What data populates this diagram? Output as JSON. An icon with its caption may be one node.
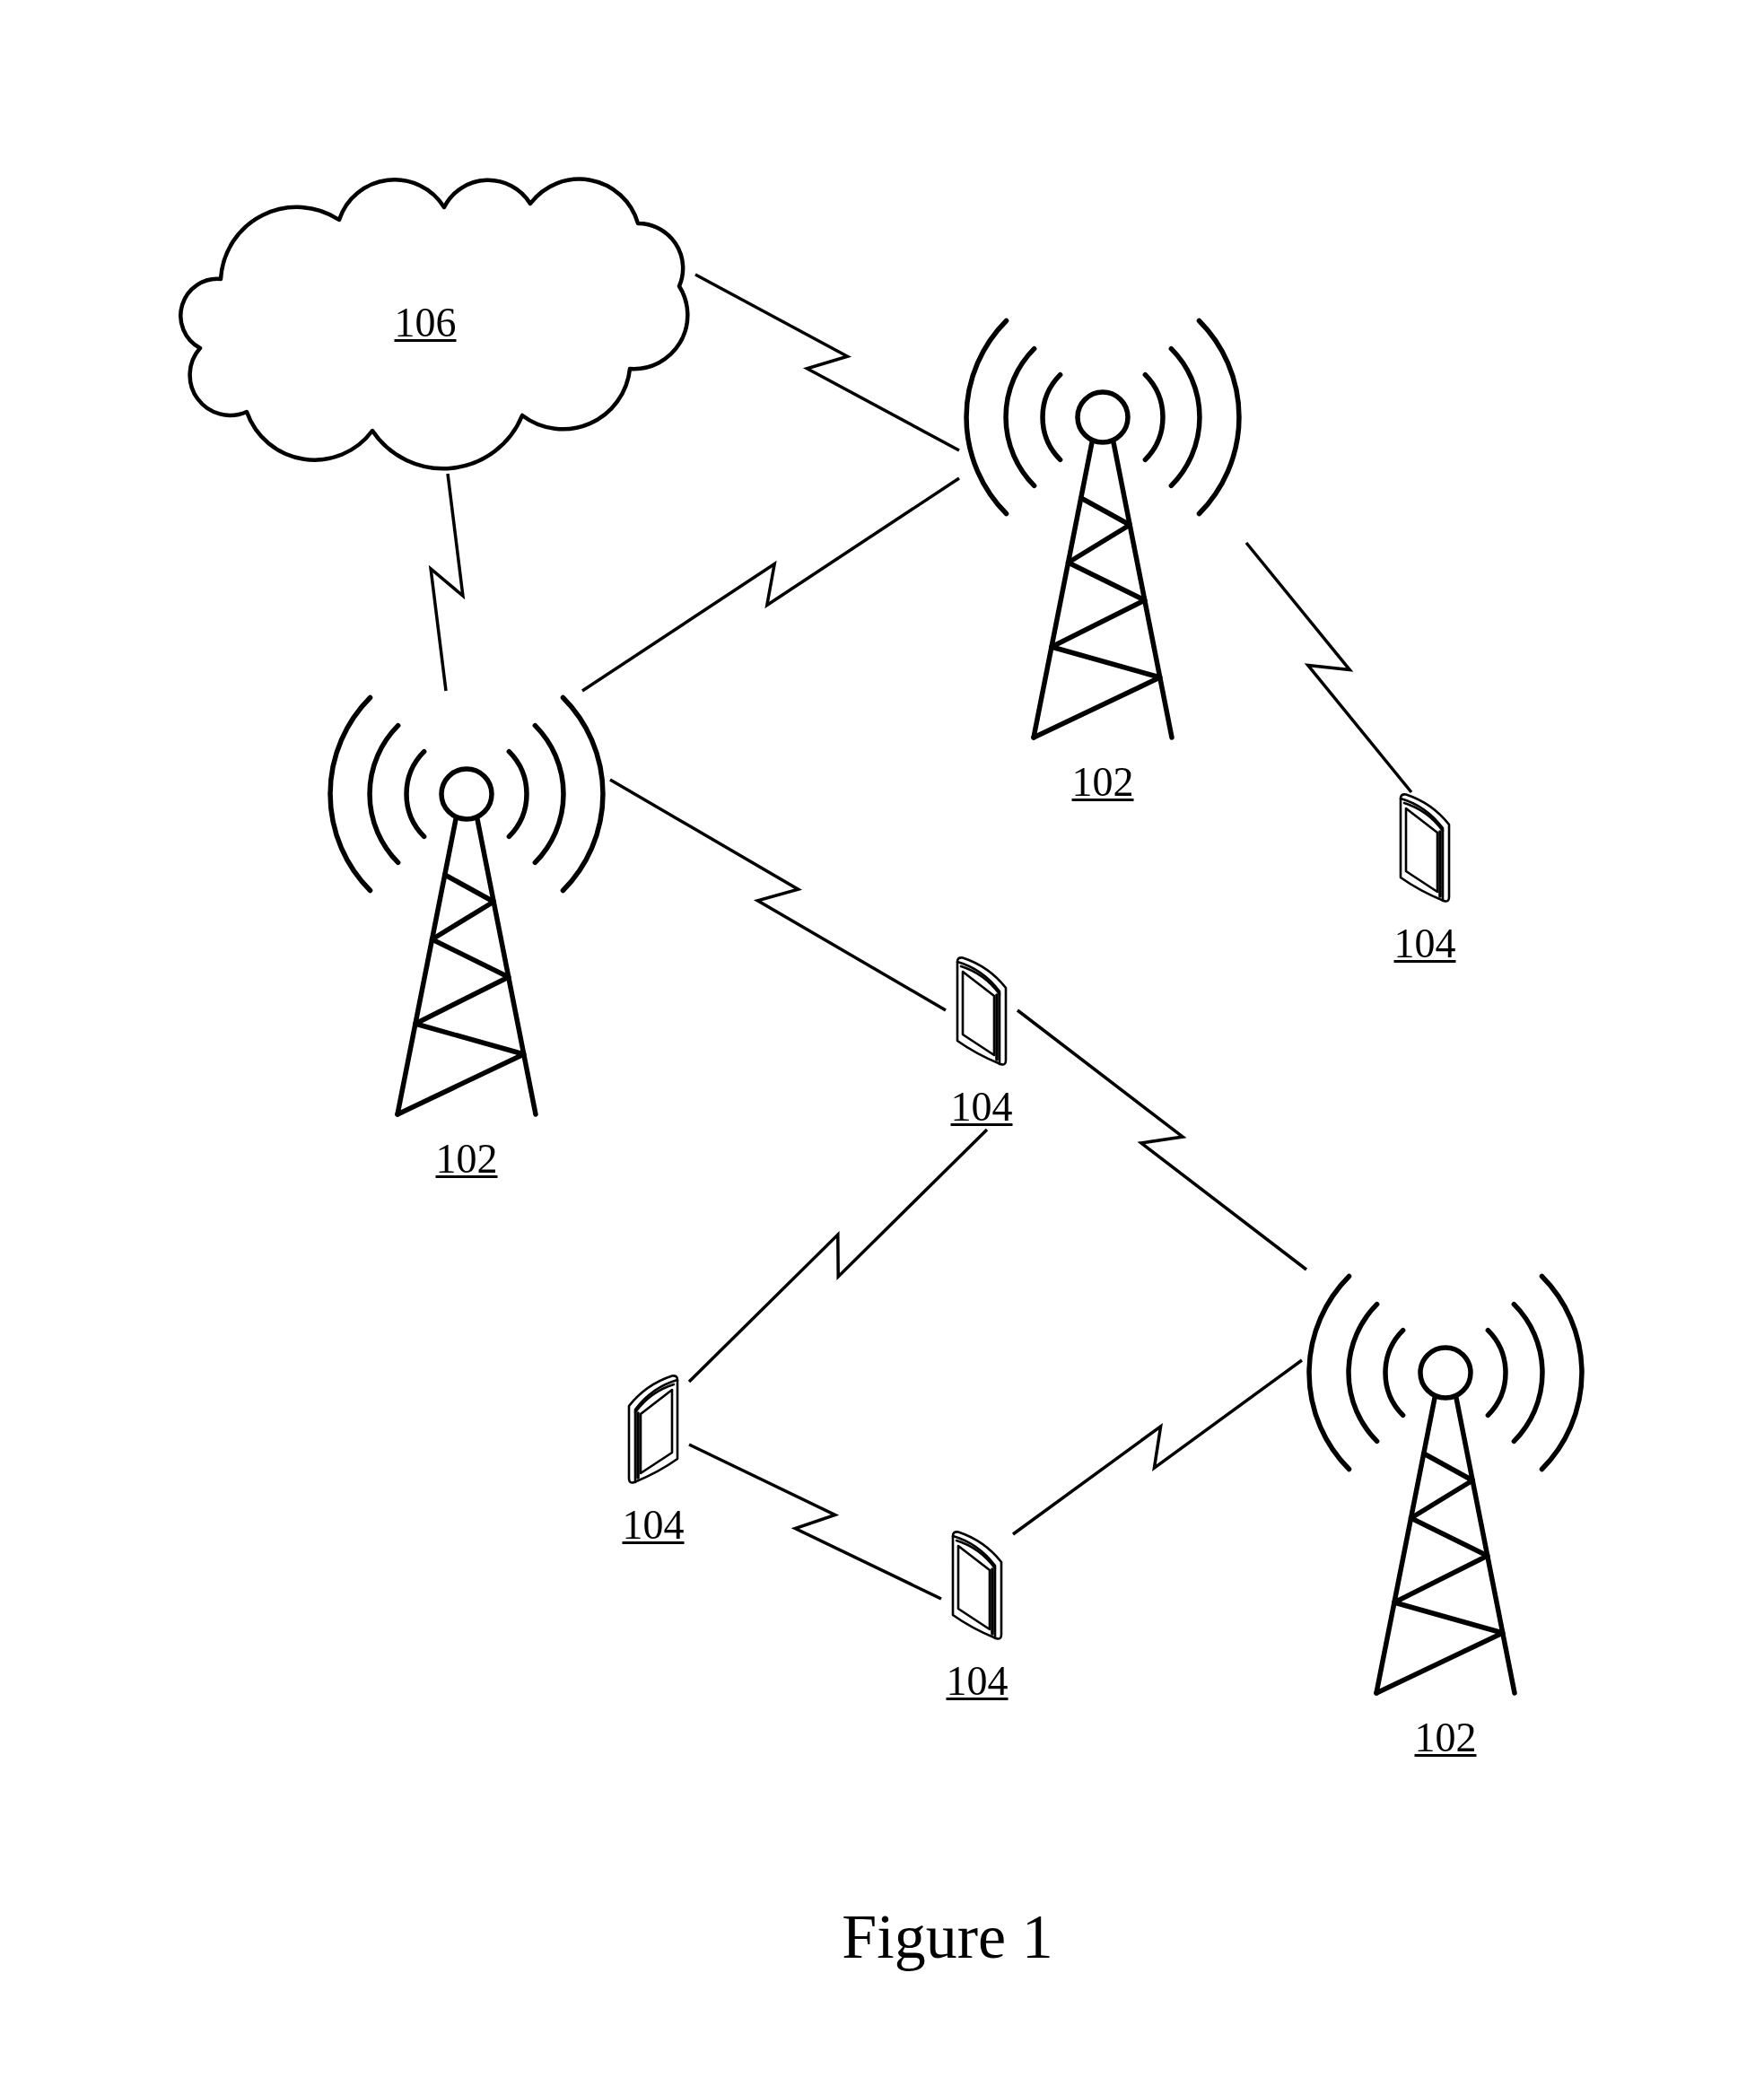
{
  "diagram": {
    "caption": "Figure 1",
    "nodes": [
      {
        "text": [
          "106"
        ]
      },
      {
        "text": [],
        "shape": "picture",
        "beside": [
          "102"
        ]
      },
      {
        "text": [],
        "shape": "picture",
        "beside": [
          "102"
        ]
      },
      {
        "text": [],
        "shape": "picture",
        "beside": [
          "104"
        ]
      },
      {
        "text": [],
        "shape": "picture",
        "beside": [
          "104"
        ]
      },
      {
        "text": [],
        "shape": "picture",
        "beside": [
          "102"
        ]
      },
      {
        "text": [],
        "shape": "picture",
        "beside": [
          "104"
        ]
      },
      {
        "text": [],
        "shape": "picture",
        "beside": [
          "104"
        ]
      }
    ],
    "edges": [
      {
        "from": 0,
        "to": 1,
        "arrow": "none"
      },
      {
        "from": 0,
        "to": 2,
        "arrow": "none"
      },
      {
        "from": 1,
        "to": 2,
        "arrow": "none"
      },
      {
        "from": 1,
        "to": 3,
        "arrow": "none"
      },
      {
        "from": 2,
        "to": 4,
        "arrow": "none"
      },
      {
        "from": 4,
        "to": 5,
        "arrow": "none"
      },
      {
        "from": 4,
        "to": 6,
        "arrow": "none"
      },
      {
        "from": 6,
        "to": 7,
        "arrow": "none"
      },
      {
        "from": 7,
        "to": 5,
        "arrow": "none"
      }
    ]
  }
}
